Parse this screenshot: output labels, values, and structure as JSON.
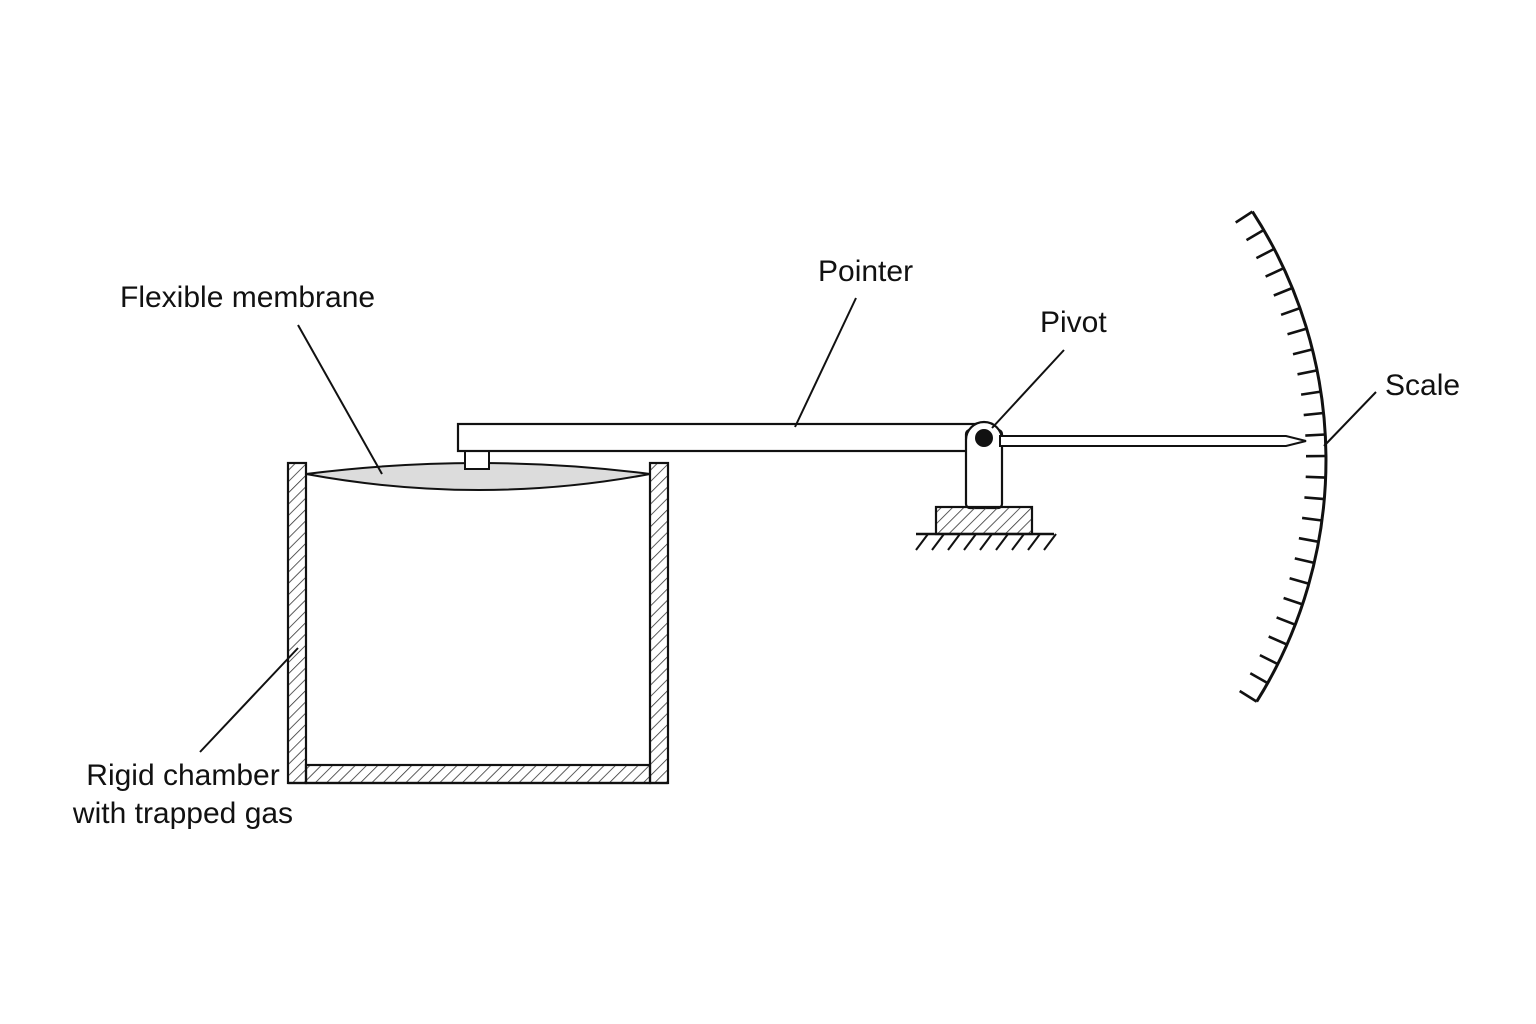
{
  "labels": {
    "membrane": "Flexible membrane",
    "pointer": "Pointer",
    "pivot": "Pivot",
    "scale": "Scale",
    "chamber_line1": "Rigid chamber",
    "chamber_line2": "with trapped gas"
  },
  "colors": {
    "stroke": "#111111",
    "hatch": "#333333",
    "membrane_fill": "#dcdcdc",
    "background": "#ffffff"
  }
}
